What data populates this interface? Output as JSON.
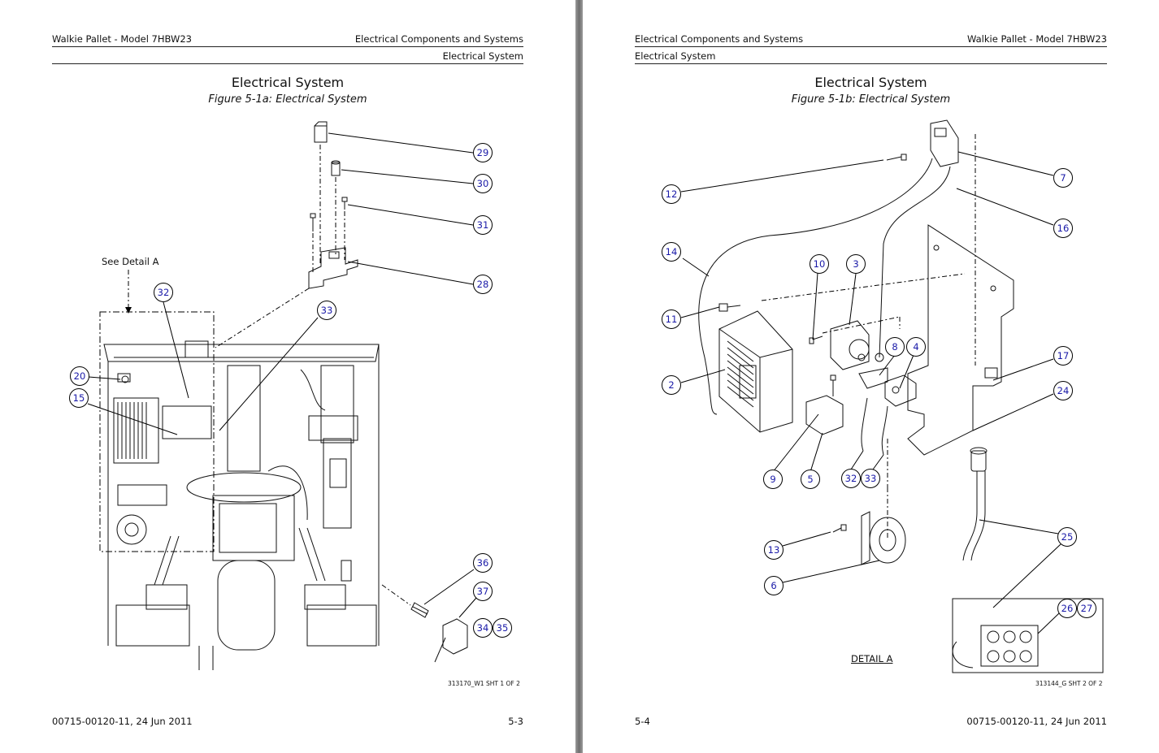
{
  "left_page": {
    "header_left": "Walkie Pallet - Model 7HBW23",
    "header_right": "Electrical Components and Systems",
    "subheader_right": "Electrical System",
    "title": "Electrical System",
    "figure_caption": "Figure 5-1a:  Electrical System",
    "detail_label": "See Detail A",
    "drawing_number": "313170_W1 SHT 1 OF 2",
    "footer_left": "00715-00120-11, 24 Jun 2011",
    "footer_right": "5-3",
    "callouts": [
      "29",
      "30",
      "31",
      "28",
      "32",
      "33",
      "20",
      "15",
      "36",
      "37",
      "34",
      "35"
    ]
  },
  "right_page": {
    "header_left": "Electrical Components and Systems",
    "header_right": "Walkie Pallet - Model 7HBW23",
    "subheader_left": "Electrical System",
    "title": "Electrical System",
    "figure_caption": "Figure 5-1b:  Electrical System",
    "detail_caption": "DETAIL A",
    "drawing_number": "313144_G SHT 2 OF 2",
    "footer_left": "5-4",
    "footer_right": "00715-00120-11, 24 Jun 2011",
    "callouts": [
      "12",
      "7",
      "16",
      "14",
      "10",
      "3",
      "11",
      "8",
      "4",
      "17",
      "2",
      "24",
      "9",
      "5",
      "32",
      "33",
      "25",
      "13",
      "6",
      "26",
      "27"
    ]
  }
}
